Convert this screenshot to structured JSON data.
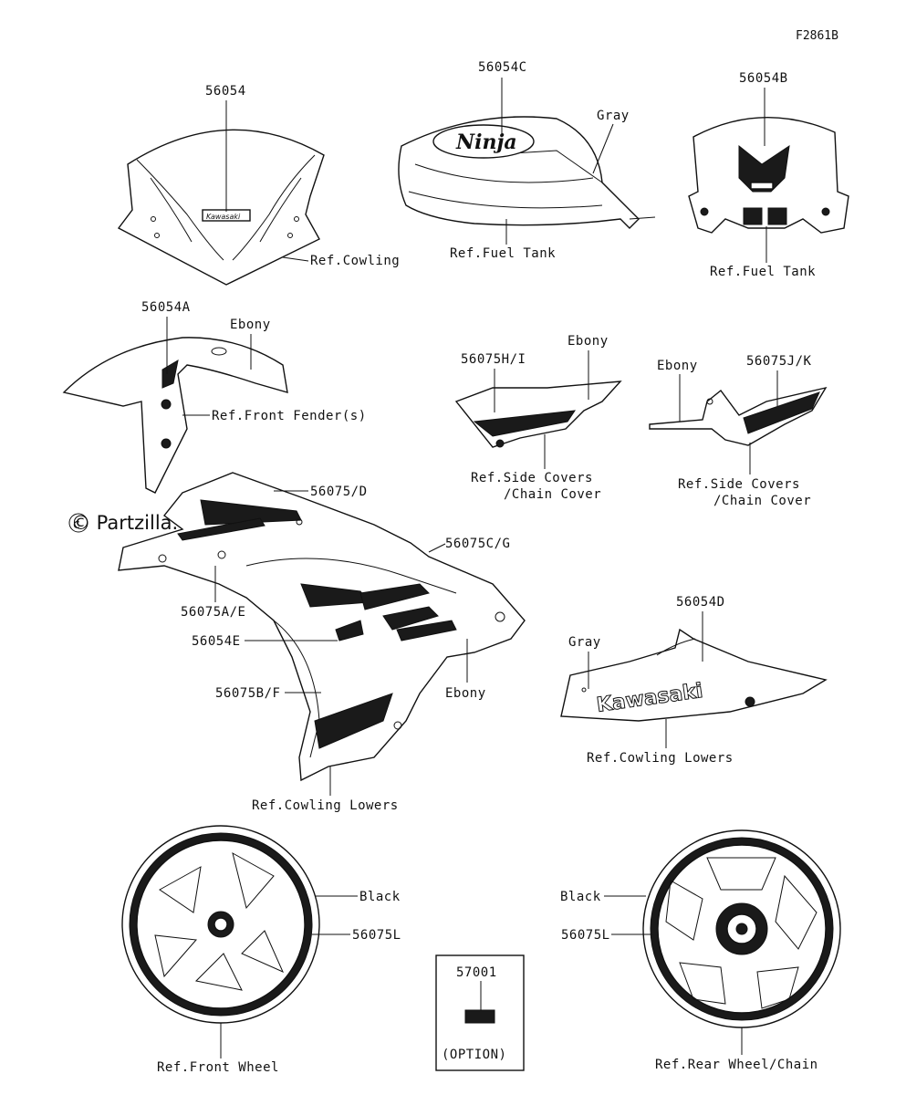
{
  "figure_code": "F2861B",
  "watermark": "© Partzilla.com",
  "labels": {
    "p56054": "56054",
    "ref_cowling": "Ref.Cowling",
    "p56054C": "56054C",
    "gray_tank": "Gray",
    "ref_fuel_tank_1": "Ref.Fuel Tank",
    "ninja_logo": "Ninja",
    "p56054B": "56054B",
    "ref_fuel_tank_2": "Ref.Fuel Tank",
    "p56054A": "56054A",
    "ebony_fender": "Ebony",
    "ref_front_fender": "Ref.Front Fender(s)",
    "p56075HI": "56075H/I",
    "ebony_side1": "Ebony",
    "ref_side_covers_1a": "Ref.Side Covers",
    "ref_side_covers_1b": "/Chain Cover",
    "ebony_side2": "Ebony",
    "p56075JK": "56075J/K",
    "ref_side_covers_2a": "Ref.Side Covers",
    "ref_side_covers_2b": "/Chain Cover",
    "p56075D": "56075/D",
    "p56075CG": "56075C/G",
    "p56075AE": "56075A/E",
    "p56054E": "56054E",
    "p56075BF": "56075B/F",
    "ebony_cowl": "Ebony",
    "ref_cowling_lowers_1": "Ref.Cowling Lowers",
    "p56054D": "56054D",
    "gray_lower": "Gray",
    "kawasaki_logo": "Kawasaki",
    "ref_cowling_lowers_2": "Ref.Cowling Lowers",
    "black_front": "Black",
    "p56075L_front": "56075L",
    "ref_front_wheel": "Ref.Front Wheel",
    "p57001": "57001",
    "option": "(OPTION)",
    "black_rear": "Black",
    "p56075L_rear": "56075L",
    "ref_rear_wheel": "Ref.Rear Wheel/Chain"
  },
  "icons": {
    "watermark_symbol": "copyright-icon"
  }
}
